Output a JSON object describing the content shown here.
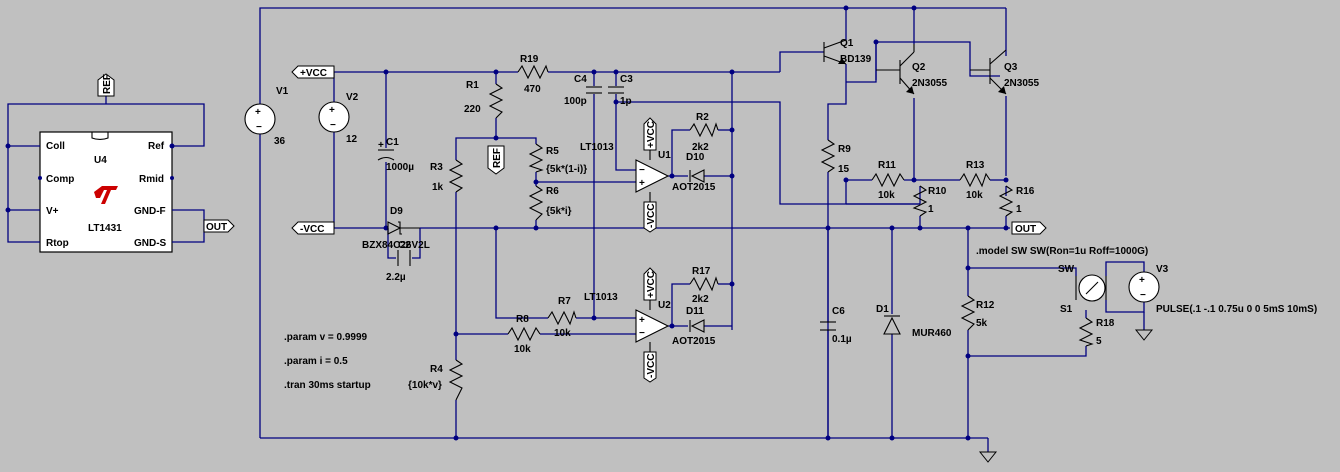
{
  "nets": {
    "vcc_pos": "+VCC",
    "vcc_neg": "-VCC",
    "out": "OUT",
    "ref": "REF"
  },
  "sources": {
    "v1": {
      "name": "V1",
      "value": "36"
    },
    "v2": {
      "name": "V2",
      "value": "12"
    },
    "v3": {
      "name": "V3",
      "value": "PULSE(.1 -.1 0.75u 0 0 5mS 10mS)"
    }
  },
  "ic": {
    "u4": {
      "name": "U4",
      "part": "LT1431",
      "pins": {
        "coll": "Coll",
        "comp": "Comp",
        "vplus": "V+",
        "rtop": "Rtop",
        "ref": "Ref",
        "rmid": "Rmid",
        "gndf": "GND-F",
        "gnds": "GND-S"
      }
    },
    "u1": {
      "name": "U1",
      "part": "LT1013"
    },
    "u2": {
      "name": "U2",
      "part": "LT1013"
    }
  },
  "transistors": {
    "q1": {
      "name": "Q1",
      "part": "BD139"
    },
    "q2": {
      "name": "Q2",
      "part": "2N3055"
    },
    "q3": {
      "name": "Q3",
      "part": "2N3055"
    }
  },
  "resistors": {
    "r1": {
      "name": "R1",
      "value": "220"
    },
    "r2": {
      "name": "R2",
      "value": "2k2"
    },
    "r3": {
      "name": "R3",
      "value": "1k"
    },
    "r4": {
      "name": "R4",
      "value": "{10k*v}"
    },
    "r5": {
      "name": "R5",
      "value": "{5k*(1-i)}"
    },
    "r6": {
      "name": "R6",
      "value": "{5k*i}"
    },
    "r7": {
      "name": "R7",
      "value": "10k"
    },
    "r8": {
      "name": "R8",
      "value": "10k"
    },
    "r9": {
      "name": "R9",
      "value": "15"
    },
    "r10": {
      "name": "R10",
      "value": "1"
    },
    "r11": {
      "name": "R11",
      "value": "10k"
    },
    "r12": {
      "name": "R12",
      "value": "5k"
    },
    "r13": {
      "name": "R13",
      "value": "10k"
    },
    "r16": {
      "name": "R16",
      "value": "1"
    },
    "r17": {
      "name": "R17",
      "value": "2k2"
    },
    "r18": {
      "name": "R18",
      "value": "5"
    },
    "r19": {
      "name": "R19",
      "value": "470"
    }
  },
  "capacitors": {
    "c1": {
      "name": "C1",
      "value": "1000µ"
    },
    "c2": {
      "name": "C2",
      "value": "2.2µ"
    },
    "c3": {
      "name": "C3",
      "value": "1p"
    },
    "c4": {
      "name": "C4",
      "value": "100p"
    },
    "c6": {
      "name": "C6",
      "value": "0.1µ"
    }
  },
  "diodes": {
    "d1": {
      "name": "D1",
      "part": "MUR460"
    },
    "d9": {
      "name": "D9",
      "part": "BZX84C26V2L"
    },
    "d10": {
      "name": "D10",
      "part": "AOT2015"
    },
    "d11": {
      "name": "D11",
      "part": "AOT2015"
    }
  },
  "switch": {
    "name": "S1",
    "model_label": "SW"
  },
  "directives": {
    "model": ".model SW SW(Ron=1u Roff=1000G)",
    "param_v": ".param v = 0.9999",
    "param_i": ".param i = 0.5",
    "tran": ".tran 30ms startup"
  }
}
